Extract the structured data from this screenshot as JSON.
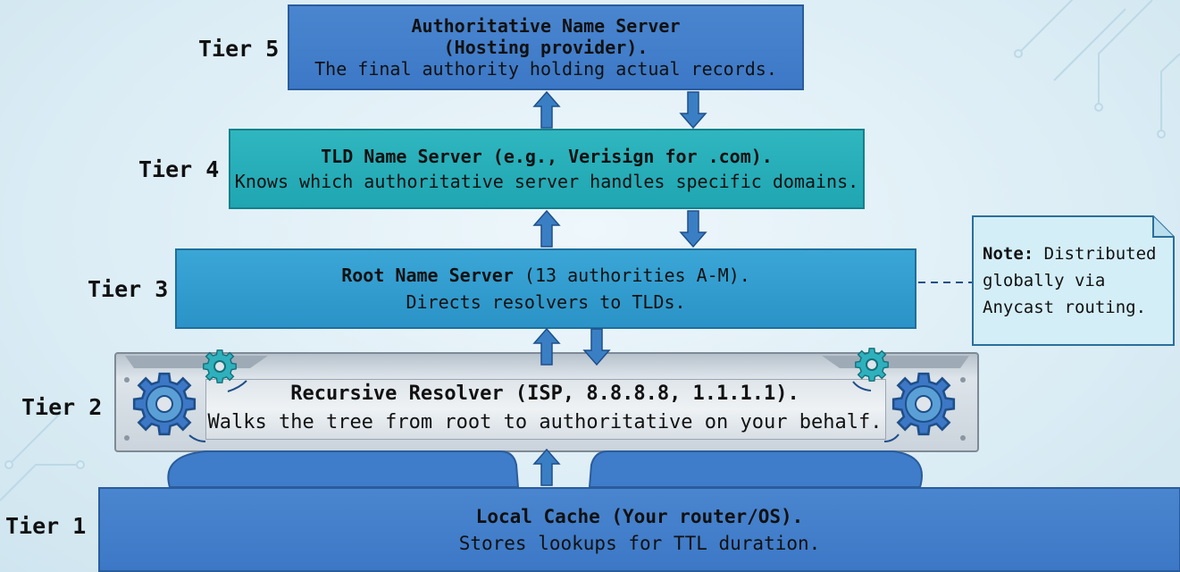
{
  "tiers": [
    {
      "id": "tier5",
      "label": "Tier 5",
      "lines": [
        "Authoritative Name Server",
        "(Hosting provider).",
        "The final authority holding actual records."
      ]
    },
    {
      "id": "tier4",
      "label": "Tier 4",
      "lines": [
        "TLD Name Server (e.g., Verisign for .com).",
        "Knows which authoritative server handles specific domains."
      ]
    },
    {
      "id": "tier3",
      "label": "Tier 3",
      "title": "Root Name Server",
      "title_suffix": " (13 authorities A-M).",
      "lines": [
        "Directs resolvers to TLDs."
      ]
    },
    {
      "id": "tier2",
      "label": "Tier 2",
      "lines": [
        "Recursive Resolver (ISP, 8.8.8.8, 1.1.1.1).",
        "Walks the tree from root to authoritative on your behalf."
      ]
    },
    {
      "id": "tier1",
      "label": "Tier 1",
      "lines": [
        "Local Cache (Your router/OS).",
        "Stores lookups for TTL duration."
      ]
    }
  ],
  "note": {
    "bold": "Note:",
    "text_1": " Distributed",
    "text_2": "globally via",
    "text_3": "Anycast routing."
  },
  "colors": {
    "tier5": "#3f7cc9",
    "tier4": "#22a9b5",
    "tier3": "#3098cb",
    "tier2": "#cfd7de",
    "tier1": "#3f7cc9",
    "note": "#d4eef7",
    "arrow": "#3a7fc4"
  },
  "icons": [
    "gear-icon",
    "gear-icon",
    "gear-icon",
    "gear-icon"
  ]
}
